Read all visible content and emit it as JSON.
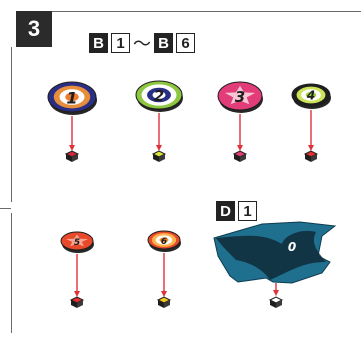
{
  "step": {
    "number": "3"
  },
  "range_label": {
    "from_prefix": "B",
    "from_num": "1",
    "separator": "～",
    "to_prefix": "B",
    "to_num": "6"
  },
  "d_label": {
    "prefix": "D",
    "num": "1"
  },
  "discs": [
    {
      "number": "1",
      "star": false,
      "ring_colors": [
        "#2a2f86",
        "#e88d3a",
        "#ffffff",
        "#ee7a2c"
      ],
      "marker_color": "#d02a3a"
    },
    {
      "number": "2",
      "star": false,
      "ring_colors": [
        "#8dc63f",
        "#ffffff",
        "#2a2f86",
        "#ffffff"
      ],
      "marker_color": "#dbe63a"
    },
    {
      "number": "3",
      "star": true,
      "ring_colors": [
        "#e23d78",
        "#f7c6d6"
      ],
      "marker_color": "#e23d78"
    },
    {
      "number": "4",
      "star": false,
      "ring_colors": [
        "#1e1e1e",
        "#cfe35a",
        "#ffffff",
        "#9ccd3a"
      ],
      "marker_color": "#e23030"
    },
    {
      "number": "5",
      "star": true,
      "ring_colors": [
        "#e8492b",
        "#f6a48f"
      ],
      "marker_color": "#e23030"
    },
    {
      "number": "6",
      "star": false,
      "ring_colors": [
        "#e8492b",
        "#ffb24a",
        "#ffffff",
        "#f28b2a"
      ],
      "marker_color": "#f5c720"
    }
  ],
  "silhouette": {
    "number": "0",
    "color": "#1f6f8f",
    "marker_color": "#e23030"
  },
  "colors": {
    "arrow": "#e0303a",
    "base": "#1e1e1e"
  }
}
